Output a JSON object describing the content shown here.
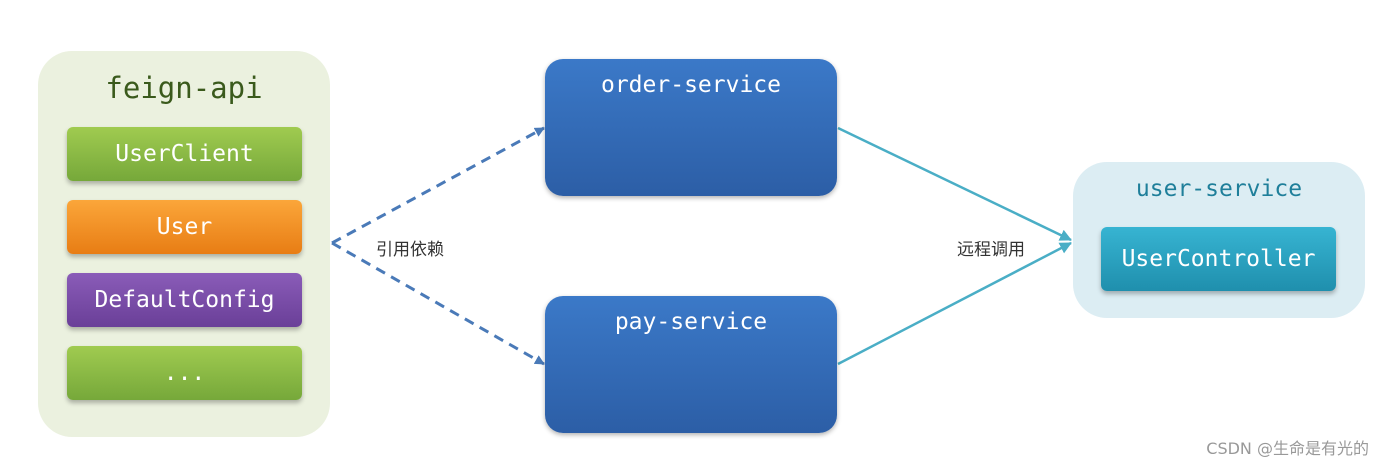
{
  "feign_api": {
    "title": "feign-api",
    "items": [
      {
        "label": "UserClient",
        "color": "#8cbd45"
      },
      {
        "label": "User",
        "color": "#f59225"
      },
      {
        "label": "DefaultConfig",
        "color": "#7a4ea8"
      },
      {
        "label": "...",
        "color": "#8cbd45"
      }
    ]
  },
  "services": {
    "order": "order-service",
    "pay": "pay-service"
  },
  "user_service": {
    "title": "user-service",
    "controller": "UserController"
  },
  "edges": {
    "dependency_label": "引用依赖",
    "remote_call_label": "远程调用",
    "dependency_color": "#4a7ab8",
    "remote_call_color": "#4aaec6"
  },
  "watermark": "CSDN @生命是有光的"
}
